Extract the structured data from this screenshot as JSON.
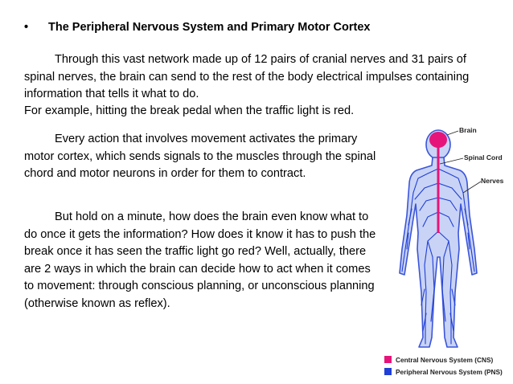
{
  "slide": {
    "bullet": "•",
    "title": "The Peripheral Nervous System and Primary Motor Cortex",
    "paragraphs": [
      "Through this vast network made up of 12 pairs of cranial nerves and 31 pairs of spinal nerves, the brain can send to the rest of the body electrical impulses containing information that tells it what to do.",
      "For example, hitting the break pedal when the traffic light is red.",
      "Every action that involves movement activates the primary motor cortex, which sends signals to the muscles through the spinal chord and motor neurons in order for them to contract.",
      "But hold on a minute, how does the brain even know what to do once it gets the information? How does it know it has to push the break once it has seen the traffic light go red? Well, actually, there are 2 ways in which the brain can decide how to act when it comes to movement: through conscious planning, or unconscious planning (otherwise known as reflex)."
    ]
  },
  "figure": {
    "labels": {
      "brain": "Brain",
      "spinal_cord": "Spinal Cord",
      "nerves": "Nerves"
    },
    "legend": [
      {
        "label": "Central Nervous System (CNS)",
        "color": "#e6147a"
      },
      {
        "label": "Peripheral Nervous System (PNS)",
        "color": "#1f3fd6"
      }
    ],
    "colors": {
      "cns": "#e6147a",
      "pns": "#1f3fd6",
      "body_fill": "#c9d3f5",
      "body_outline": "#3b55d9"
    }
  }
}
